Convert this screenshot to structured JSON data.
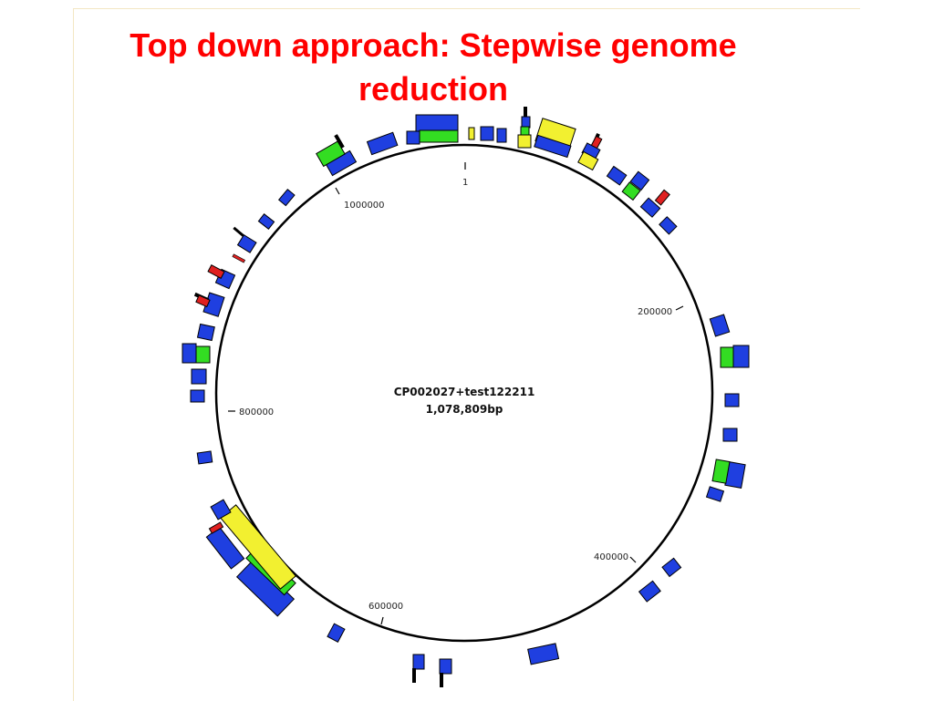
{
  "title": {
    "line1": "Top down approach: Stepwise genome",
    "line2": "reduction"
  },
  "map": {
    "name": "CP002027+test122211",
    "length": "1,078,809bp",
    "tick_labels": [
      "1",
      "200000",
      "400000",
      "600000",
      "800000",
      "1000000"
    ]
  },
  "colors": {
    "title": "#ff0000",
    "blue": "#1f3fe0",
    "green": "#33dd22",
    "yellow": "#f2f030",
    "red": "#e02020",
    "black": "#000000"
  }
}
